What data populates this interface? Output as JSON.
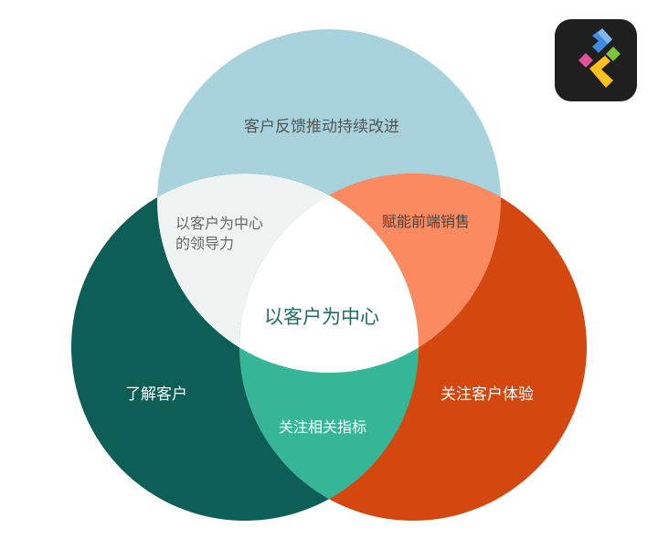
{
  "diagram": {
    "type": "venn-3",
    "circles": [
      {
        "id": "top",
        "label": "客户反馈推动持续改进",
        "color": "#a8d3dd"
      },
      {
        "id": "left",
        "label": "了解客户",
        "color": "#0d5e57"
      },
      {
        "id": "right",
        "label": "关注客户体验",
        "color": "#d4470f"
      }
    ],
    "intersections": {
      "top_left": {
        "label_line1": "以客户为中心",
        "label_line2": "的领导力",
        "color": "#eff4f3"
      },
      "top_right": {
        "label": "赋能前端销售",
        "color": "#fc8a61"
      },
      "left_right": {
        "label": "关注相关指标",
        "color": "#35b797"
      },
      "center": {
        "label": "以客户为中心",
        "color": "#ffffff"
      }
    }
  },
  "logo": {
    "name": "app-logo"
  }
}
